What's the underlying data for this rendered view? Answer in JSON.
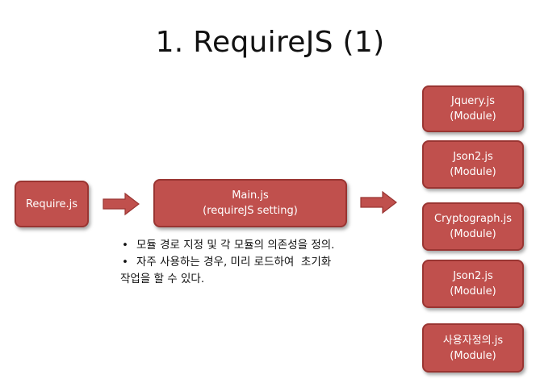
{
  "title": "1. RequireJS (1)",
  "nodes": {
    "require": {
      "line1": "Require.js"
    },
    "main": {
      "line1": "Main.js",
      "line2": "(requireJS setting)"
    },
    "modules": [
      {
        "line1": "Jquery.js",
        "line2": "(Module)"
      },
      {
        "line1": "Json2.js",
        "line2": "(Module)"
      },
      {
        "line1": "Cryptograph.js",
        "line2": "(Module)"
      },
      {
        "line1": "Json2.js",
        "line2": "(Module)"
      },
      {
        "line1": "사용자정의.js",
        "line2": "(Module)"
      }
    ]
  },
  "notes": {
    "bullet_symbol": "•",
    "bullet1": "모듈 경로 지정 및 각 모듈의 의존성을 정의.",
    "bullet2": "자주 사용하는 경우, 미리 로드하여  초기화",
    "bullet2_cont": "작업을 할 수 있다."
  },
  "colors": {
    "box_fill": "#c0504d",
    "box_border": "#9a3532",
    "box_text": "#ffffff",
    "arrow_fill": "#c0504d"
  }
}
